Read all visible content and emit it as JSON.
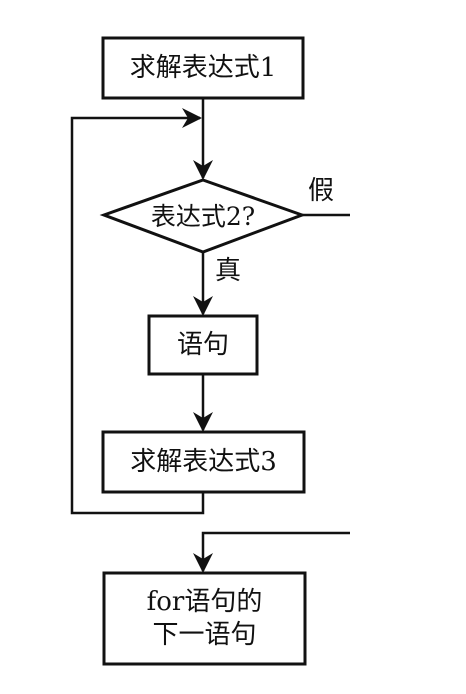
{
  "nodes": {
    "expr1": "求解表达式1",
    "cond": "表达式2?",
    "stmt": "语句",
    "expr3": "求解表达式3",
    "next_line1": "for语句的",
    "next_line2": "下一语句"
  },
  "edges": {
    "false_label": "假",
    "true_label": "真"
  },
  "colors": {
    "stroke": "#111111",
    "background": "#ffffff"
  }
}
